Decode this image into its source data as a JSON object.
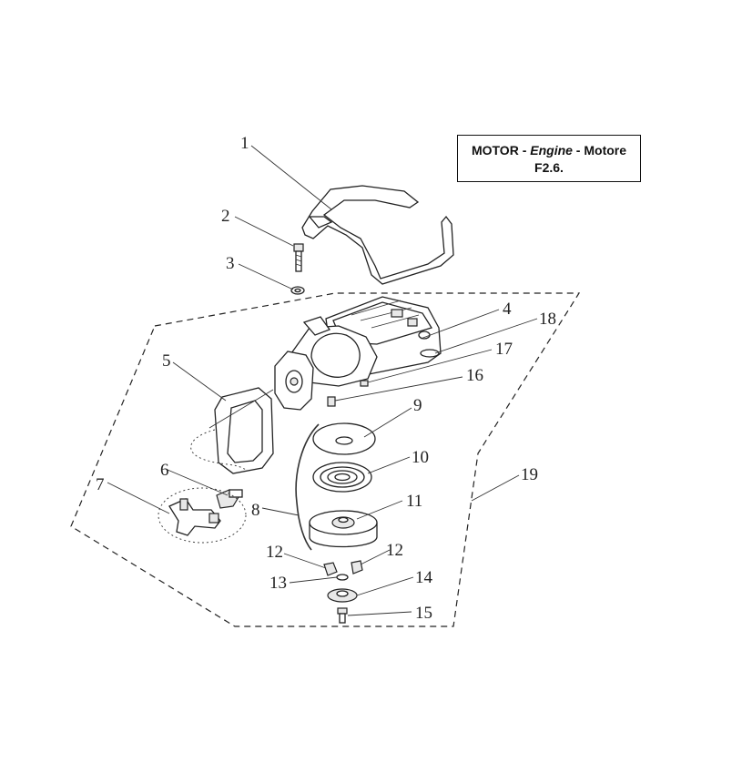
{
  "title": {
    "line1_a": "MOTOR - ",
    "line1_b": "Engine",
    "line1_c": " - Motore",
    "code": "F2.6."
  },
  "callouts": {
    "c1": "1",
    "c2": "2",
    "c3": "3",
    "c4": "4",
    "c5": "5",
    "c6": "6",
    "c7": "7",
    "c8": "8",
    "c9": "9",
    "c10": "10",
    "c11": "11",
    "c12a": "12",
    "c12b": "12",
    "c13": "13",
    "c14": "14",
    "c15": "15",
    "c16": "16",
    "c17": "17",
    "c18": "18",
    "c19": "19"
  }
}
